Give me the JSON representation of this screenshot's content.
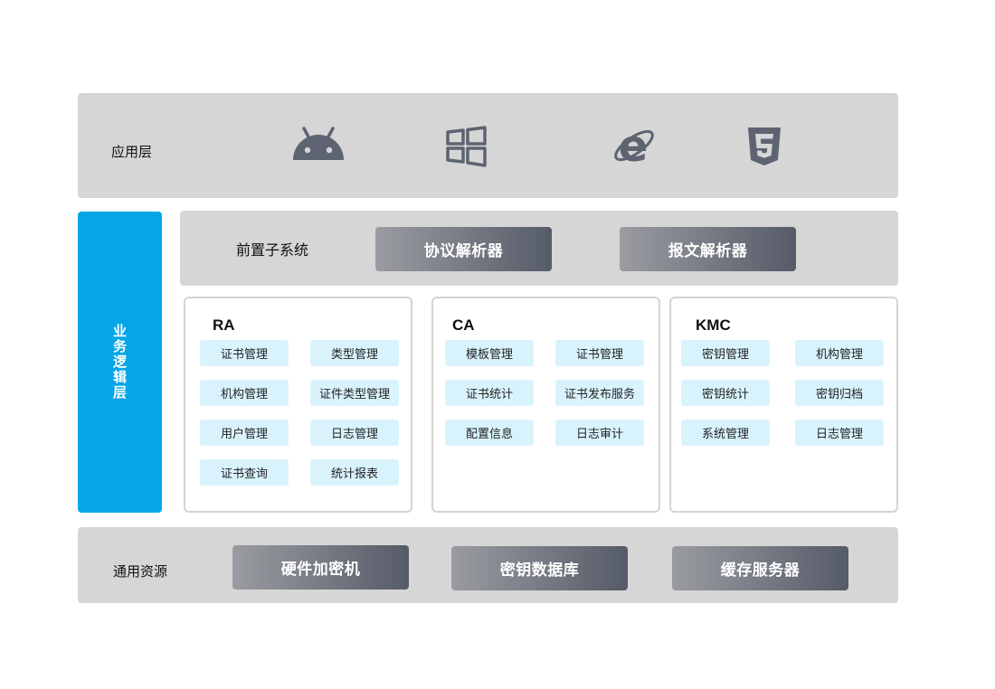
{
  "application_layer": {
    "label": "应用层",
    "icons": [
      "android-icon",
      "windows-icon",
      "ie-icon",
      "html5-icon"
    ]
  },
  "business_layer": {
    "label": "业务逻辑层",
    "frontend": {
      "label": "前置子系统",
      "buttons": [
        "协议解析器",
        "报文解析器"
      ]
    },
    "systems": [
      {
        "title": "RA",
        "items": [
          "证书管理",
          "类型管理",
          "机构管理",
          "证件类型管理",
          "用户管理",
          "日志管理",
          "证书查询",
          "统计报表"
        ]
      },
      {
        "title": "CA",
        "items": [
          "模板管理",
          "证书管理",
          "证书统计",
          "证书发布服务",
          "配置信息",
          "日志审计"
        ]
      },
      {
        "title": "KMC",
        "items": [
          "密钥管理",
          "机构管理",
          "密钥统计",
          "密钥归档",
          "系统管理",
          "日志管理"
        ]
      }
    ]
  },
  "resource_layer": {
    "label": "通用资源",
    "buttons": [
      "硬件加密机",
      "密钥数据库",
      "缓存服务器"
    ]
  },
  "colors": {
    "panel": "#d6d6d6",
    "accent_blue": "#05a6e8",
    "cell_bg": "#d9f3fd",
    "button_gradient_start": "#9a9ca1",
    "button_gradient_end": "#555b68",
    "icon_gray": "#5d6370"
  }
}
